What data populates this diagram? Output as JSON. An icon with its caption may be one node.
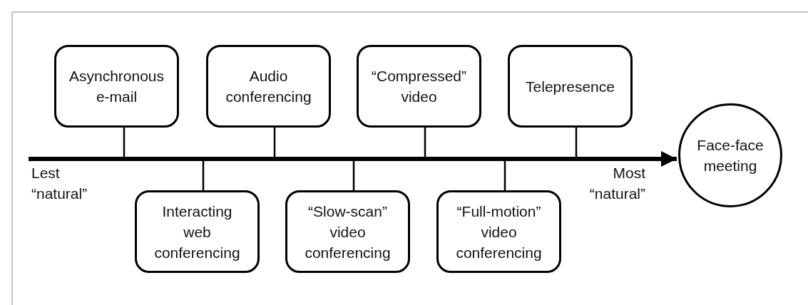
{
  "diagram": {
    "nodes": [
      {
        "text": [
          "Asynchronous e-mail"
        ]
      },
      {
        "text": [
          "Interacting web conferencing"
        ]
      },
      {
        "text": [
          "Audio conferencing"
        ]
      },
      {
        "text": [
          "“Slow-scan” video conferencing"
        ]
      },
      {
        "text": [
          "“Compressed” video"
        ]
      },
      {
        "text": [
          "“Full-motion” video conferencing"
        ]
      },
      {
        "text": [
          "Telepresence"
        ]
      },
      {
        "text": [
          "Face-face meeting"
        ]
      }
    ],
    "edges": [
      {
        "from": 0,
        "to": null,
        "arrow": "none"
      },
      {
        "from": 1,
        "to": null,
        "arrow": "none"
      },
      {
        "from": 2,
        "to": null,
        "arrow": "none"
      },
      {
        "from": 3,
        "to": null,
        "arrow": "none"
      },
      {
        "from": 4,
        "to": null,
        "arrow": "none"
      },
      {
        "from": 5,
        "to": null,
        "arrow": "none"
      },
      {
        "from": 6,
        "to": null,
        "arrow": "none"
      },
      {
        "from": null,
        "to": 7,
        "arrow": "to",
        "style": "thick"
      }
    ],
    "labels": [
      "Lest “natural”",
      "Most “natural”"
    ]
  }
}
